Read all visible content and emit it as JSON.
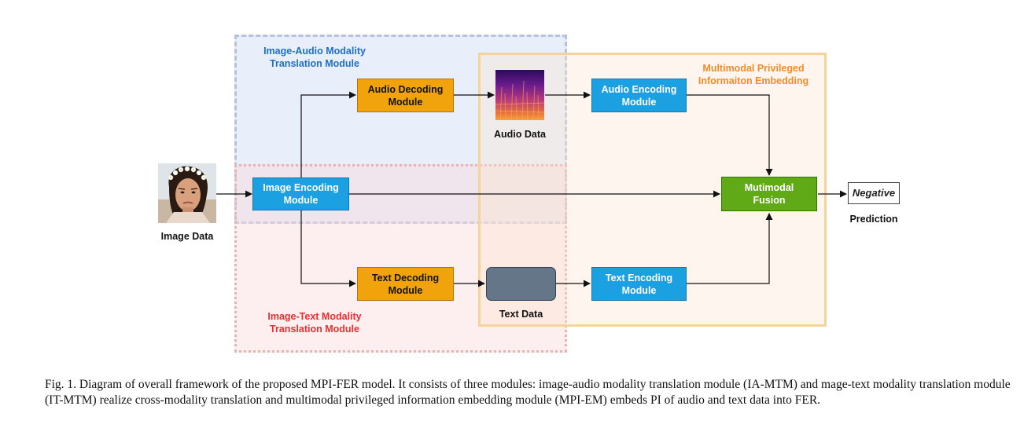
{
  "regions": {
    "ia_mtm_title": "Image-Audio Modality\nTranslation Module",
    "it_mtm_title": "Image-Text Modality\nTranslation Module",
    "mpi_em_title": "Multimodal Privileged\nInformaiton Embedding"
  },
  "nodes": {
    "image_encoding": "Image Encoding\nModule",
    "audio_decoding": "Audio Decoding\nModule",
    "text_decoding": "Text Decoding\nModule",
    "audio_encoding": "Audio Encoding\nModule",
    "text_encoding": "Text  Encoding\nModule",
    "fusion": "Mutimodal\nFusion",
    "prediction_value": "Negative"
  },
  "labels": {
    "image_data": "Image Data",
    "audio_data": "Audio Data",
    "text_data": "Text Data",
    "prediction": "Prediction"
  },
  "colors": {
    "ia_title": "#1f6fc6",
    "it_title": "#e83030",
    "em_title": "#f28c28",
    "encoder": "#1ba1e2",
    "decoder": "#f0a30a",
    "fusion": "#60a917",
    "text_data_box": "#647687"
  },
  "caption": "Fig. 1.    Diagram of overall framework of the proposed MPI-FER model. It consists of three modules: image-audio modality translation module (IA-MTM) and mage-text modality translation module (IT-MTM) realize cross-modality translation and multimodal privileged information embedding module (MPI-EM) embeds PI of audio and text data into FER."
}
